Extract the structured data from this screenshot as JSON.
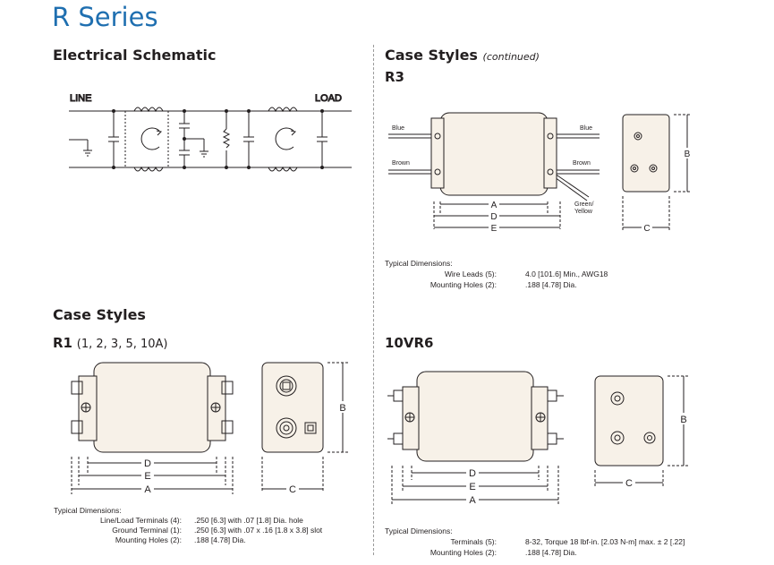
{
  "page_title": "R Series",
  "schematic": {
    "heading": "Electrical Schematic",
    "line_label": "LINE",
    "load_label": "LOAD"
  },
  "case_styles_cont": {
    "heading": "Case Styles",
    "continued": "(continued)"
  },
  "r3": {
    "label": "R3",
    "wire_labels": {
      "blue_left": "Blue",
      "blue_right": "Blue",
      "brown_left": "Brown",
      "brown_right": "Brown",
      "green": "Green/",
      "yellow": "Yellow"
    },
    "dim_letters": {
      "a": "A",
      "d": "D",
      "e": "E",
      "b": "B",
      "c": "C"
    },
    "typical": {
      "title": "Typical Dimensions:",
      "rows": [
        {
          "label": "Wire Leads (5):",
          "value": "4.0 [101.6] Min., AWG18"
        },
        {
          "label": "Mounting Holes (2):",
          "value": ".188 [4.78] Dia."
        }
      ]
    }
  },
  "case_styles": {
    "heading": "Case Styles",
    "r1_label": "R1",
    "r1_ratings": "(1, 2, 3, 5, 10A)"
  },
  "r1": {
    "dim_letters": {
      "d": "D",
      "e": "E",
      "a": "A",
      "b": "B",
      "c": "C"
    },
    "typical": {
      "title": "Typical Dimensions:",
      "rows": [
        {
          "label": "Line/Load Terminals (4):",
          "value": ".250 [6.3] with .07 [1.8] Dia. hole"
        },
        {
          "label": "Ground Terminal (1):",
          "value": ".250 [6.3] with .07 x .16 [1.8 x 3.8] slot"
        },
        {
          "label": "Mounting Holes (2):",
          "value": ".188 [4.78] Dia."
        }
      ]
    }
  },
  "vr6": {
    "label": "10VR6",
    "dim_letters": {
      "d": "D",
      "e": "E",
      "a": "A",
      "b": "B",
      "c": "C"
    },
    "typical": {
      "title": "Typical Dimensions:",
      "rows": [
        {
          "label": "Terminals (5):",
          "value": "8-32, Torque 18 lbf-in. [2.03 N-m] max. ± 2 [.22]"
        },
        {
          "label": "Mounting Holes (2):",
          "value": ".188 [4.78] Dia."
        }
      ]
    }
  },
  "colors": {
    "title_blue": "#1f6fb0",
    "case_fill": "#f7f1e8",
    "line": "#231f20"
  }
}
